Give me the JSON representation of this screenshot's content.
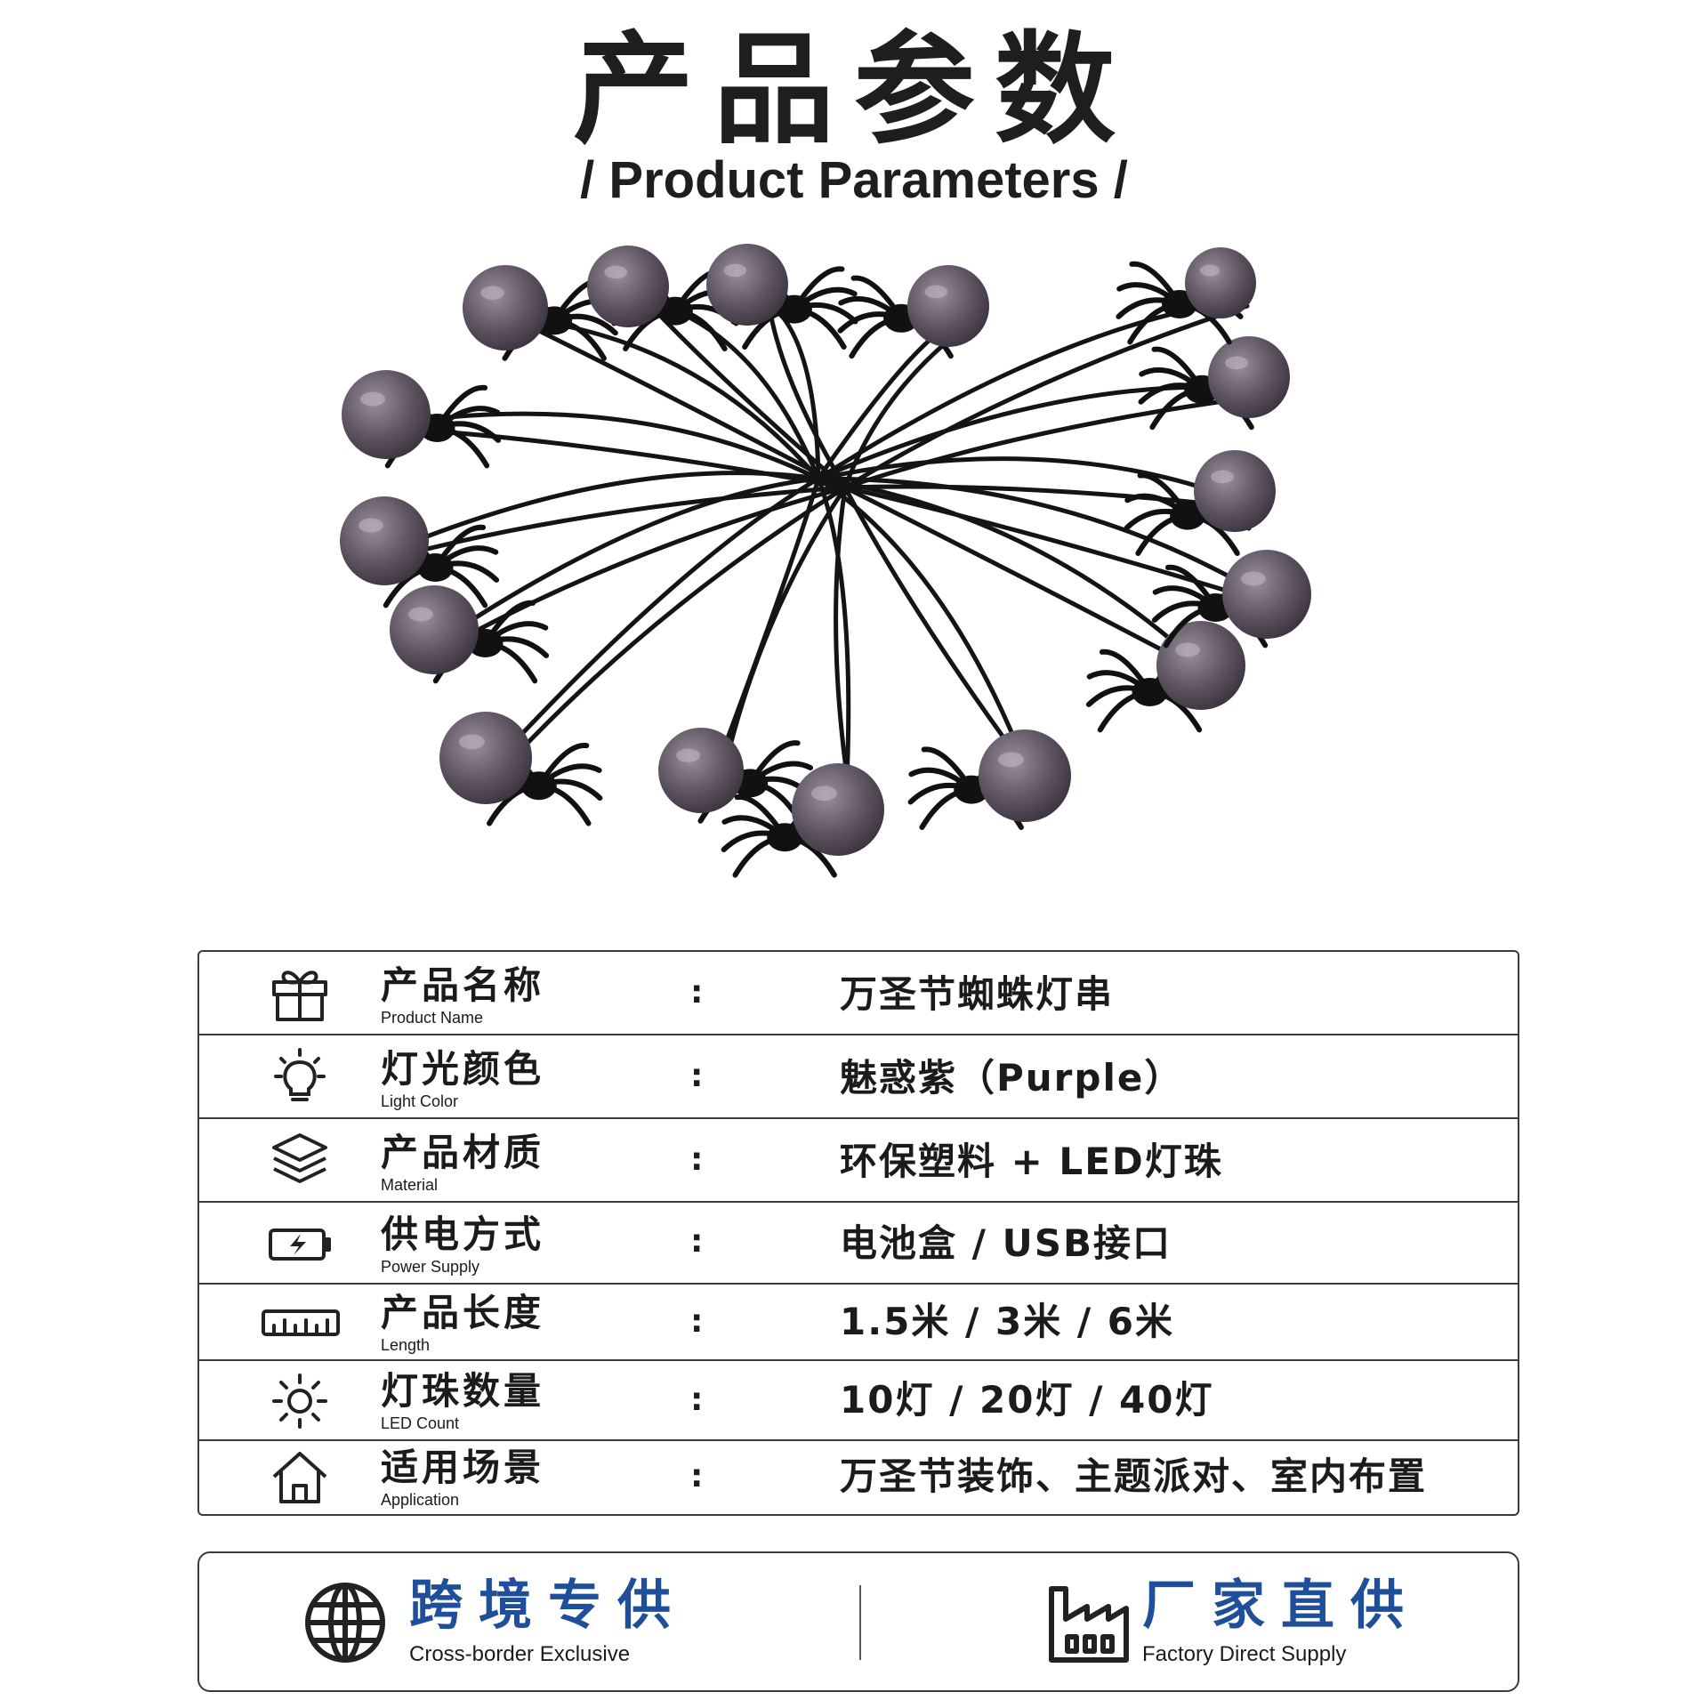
{
  "header": {
    "title_cn": "产品参数",
    "title_en": "/ Product Parameters /"
  },
  "product_image": {
    "icon": "spider-string-lights-illustration",
    "bulb_color": "#5d5360",
    "wire_color": "#111111"
  },
  "params": [
    {
      "icon": "gift-icon",
      "label_cn": "产品名称",
      "label_en": "Product Name",
      "colon": ":",
      "value": "万圣节蜘蛛灯串"
    },
    {
      "icon": "lightbulb-icon",
      "label_cn": "灯光颜色",
      "label_en": "Light Color",
      "colon": ":",
      "value": "魅惑紫（Purple）"
    },
    {
      "icon": "layers-icon",
      "label_cn": "产品材质",
      "label_en": "Material",
      "colon": ":",
      "value": "环保塑料 + LED灯珠"
    },
    {
      "icon": "battery-icon",
      "label_cn": "供电方式",
      "label_en": "Power Supply",
      "colon": ":",
      "value": "电池盒 / USB接口"
    },
    {
      "icon": "ruler-icon",
      "label_cn": "产品长度",
      "label_en": "Length",
      "colon": ":",
      "value": "1.5米 / 3米 / 6米"
    },
    {
      "icon": "sun-icon",
      "label_cn": "灯珠数量",
      "label_en": "LED Count",
      "colon": ":",
      "value": "10灯 / 20灯 / 40灯"
    },
    {
      "icon": "house-icon",
      "label_cn": "适用场景",
      "label_en": "Application",
      "colon": ":",
      "value": "万圣节装饰、主题派对、室内布置"
    }
  ],
  "footer": {
    "left": {
      "icon": "globe-icon",
      "title_cn": "跨境专供",
      "title_en": "Cross-border Exclusive"
    },
    "right": {
      "icon": "factory-icon",
      "title_cn": "厂家直供",
      "title_en": "Factory Direct Supply"
    },
    "accent_color": "#1f4f9a"
  }
}
